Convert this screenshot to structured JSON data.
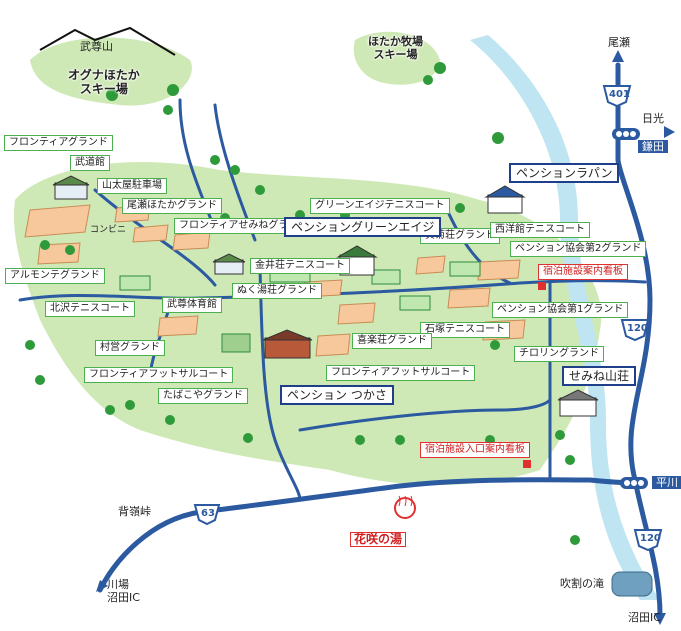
{
  "colors": {
    "road": "#2c5aa0",
    "highway": "#2c5aa0",
    "river": "#bfe4f2",
    "green": "#cfe9b6",
    "field": "#f6c89c",
    "tennis": "#bfe7b0",
    "tree": "#2e9a3a"
  },
  "mountains": {
    "bushozan": "武尊山",
    "ogunahotaka": "オグナほたか\nスキー場",
    "hotakabokujo": "ほたか牧場\nスキー場"
  },
  "directions": {
    "oze": "尾瀬",
    "nikko": "日光",
    "kamata": "鎌田",
    "hirakawa": "平川",
    "kawaba": "川場\n沼田IC",
    "numata_ic": "沼田IC",
    "seoritoge": "背嶺峠",
    "fukiware": "吹割の滝",
    "konbini": "コンビニ",
    "hanasaki": "花咲の湯"
  },
  "routes": {
    "r401": "401",
    "r120a": "120",
    "r120b": "120",
    "r63": "63"
  },
  "labels": [
    "フロンティアグランド",
    "武道館",
    "山太屋駐車場",
    "尾瀬ほたかグランド",
    "フロンティアせみねグランド",
    "アルモンテグランド",
    "北沢テニスコート",
    "村営グランド",
    "武尊体育館",
    "金井荘テニスコート",
    "ぬく湯荘グランド",
    "グリーンエイジテニスコート",
    "真菊荘グランド",
    "西洋館テニスコート",
    "ペンション協会第2グランド",
    "ペンション協会第1グランド",
    "石塚テニスコート",
    "喜楽荘グランド",
    "チロリングランド",
    "フロンティアフットサルコート",
    "たばこやグランド",
    "フロンティアフットサルコート"
  ],
  "pensions": {
    "rapan": "ペンションラパン",
    "greenage": "ペンショングリーンエイジ",
    "tsukasa": "ペンション つかさ",
    "seminesanso": "せみね山荘"
  },
  "signs": {
    "annai": "宿泊施設案内看板",
    "iriguchi": "宿泊施設入口案内看板"
  }
}
